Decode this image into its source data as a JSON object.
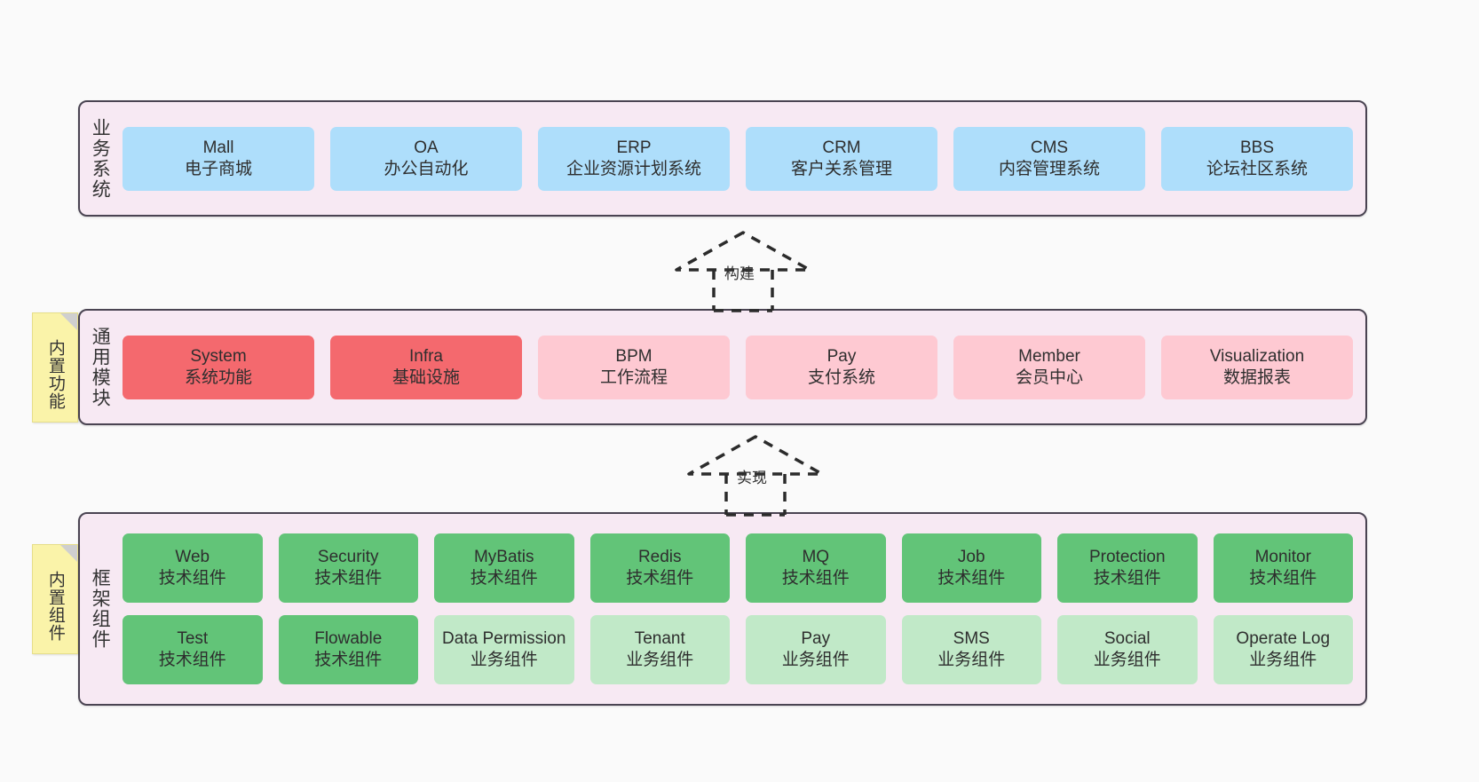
{
  "diagram": {
    "background": "#FAFAFA",
    "container_fill": "#F7E9F3",
    "container_border": "#4A4452"
  },
  "layers": [
    {
      "id": "business",
      "label": "业务系统",
      "fill": "#AEDEFB",
      "nodes": [
        {
          "en": "Mall",
          "cn": "电子商城"
        },
        {
          "en": "OA",
          "cn": "办公自动化"
        },
        {
          "en": "ERP",
          "cn": "企业资源计划系统"
        },
        {
          "en": "CRM",
          "cn": "客户关系管理"
        },
        {
          "en": "CMS",
          "cn": "内容管理系统"
        },
        {
          "en": "BBS",
          "cn": "论坛社区系统"
        }
      ]
    },
    {
      "id": "common",
      "label": "通用模块",
      "sticky": "内置功能",
      "nodes": [
        {
          "en": "System",
          "cn": "系统功能",
          "fill": "#F4696E"
        },
        {
          "en": "Infra",
          "cn": "基础设施",
          "fill": "#F4696E"
        },
        {
          "en": "BPM",
          "cn": "工作流程",
          "fill": "#FEC9D2"
        },
        {
          "en": "Pay",
          "cn": "支付系统",
          "fill": "#FEC9D2"
        },
        {
          "en": "Member",
          "cn": "会员中心",
          "fill": "#FEC9D2"
        },
        {
          "en": "Visualization",
          "cn": "数据报表",
          "fill": "#FEC9D2"
        }
      ]
    },
    {
      "id": "framework",
      "label": "框架组件",
      "sticky": "内置组件",
      "rows": [
        [
          {
            "en": "Web",
            "cn": "技术组件",
            "fill": "#62C478"
          },
          {
            "en": "Security",
            "cn": "技术组件",
            "fill": "#62C478"
          },
          {
            "en": "MyBatis",
            "cn": "技术组件",
            "fill": "#62C478"
          },
          {
            "en": "Redis",
            "cn": "技术组件",
            "fill": "#62C478"
          },
          {
            "en": "MQ",
            "cn": "技术组件",
            "fill": "#62C478"
          },
          {
            "en": "Job",
            "cn": "技术组件",
            "fill": "#62C478"
          },
          {
            "en": "Protection",
            "cn": "技术组件",
            "fill": "#62C478"
          },
          {
            "en": "Monitor",
            "cn": "技术组件",
            "fill": "#62C478"
          }
        ],
        [
          {
            "en": "Test",
            "cn": "技术组件",
            "fill": "#62C478"
          },
          {
            "en": "Flowable",
            "cn": "技术组件",
            "fill": "#62C478"
          },
          {
            "en": "Data Permission",
            "cn": "业务组件",
            "fill": "#C1E9C8"
          },
          {
            "en": "Tenant",
            "cn": "业务组件",
            "fill": "#C1E9C8"
          },
          {
            "en": "Pay",
            "cn": "业务组件",
            "fill": "#C1E9C8"
          },
          {
            "en": "SMS",
            "cn": "业务组件",
            "fill": "#C1E9C8"
          },
          {
            "en": "Social",
            "cn": "业务组件",
            "fill": "#C1E9C8"
          },
          {
            "en": "Operate Log",
            "cn": "业务组件",
            "fill": "#C1E9C8"
          }
        ]
      ]
    }
  ],
  "connectors": [
    {
      "id": "build",
      "label": "构建",
      "style": "dashed-generalization"
    },
    {
      "id": "realize",
      "label": "实现",
      "style": "dashed-generalization"
    }
  ]
}
